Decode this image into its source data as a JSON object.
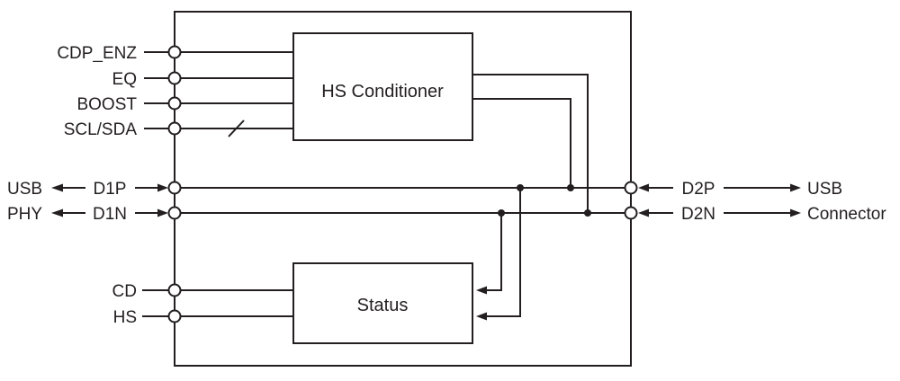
{
  "figure": {
    "colors": {
      "stroke": "#231f20",
      "background": "#ffffff"
    },
    "blocks": {
      "hs_conditioner_label": "HS Conditioner",
      "status_label": "Status"
    },
    "pins": {
      "cdp_enz": "CDP_ENZ",
      "eq": "EQ",
      "boost": "BOOST",
      "scl_sda": "SCL/SDA",
      "d1p": "D1P",
      "d1n": "D1N",
      "cd": "CD",
      "hs": "HS",
      "d2p": "D2P",
      "d2n": "D2N"
    },
    "external": {
      "left_line1": "USB",
      "left_line2": "PHY",
      "right_line1": "USB",
      "right_line2": "Connector"
    }
  }
}
